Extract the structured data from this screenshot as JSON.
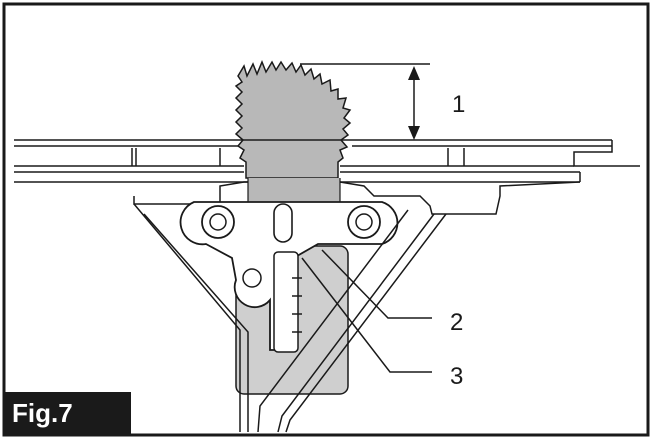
{
  "figure": {
    "label": "Fig.7",
    "callouts": [
      {
        "id": "1",
        "text": "1"
      },
      {
        "id": "2",
        "text": "2"
      },
      {
        "id": "3",
        "text": "3"
      }
    ]
  },
  "colors": {
    "line": "#1a1a1a",
    "blade_fill": "#b8b8b8",
    "base_fill": "#cfcfcf",
    "label_bg": "#1a1a1a",
    "label_text": "#ffffff"
  }
}
